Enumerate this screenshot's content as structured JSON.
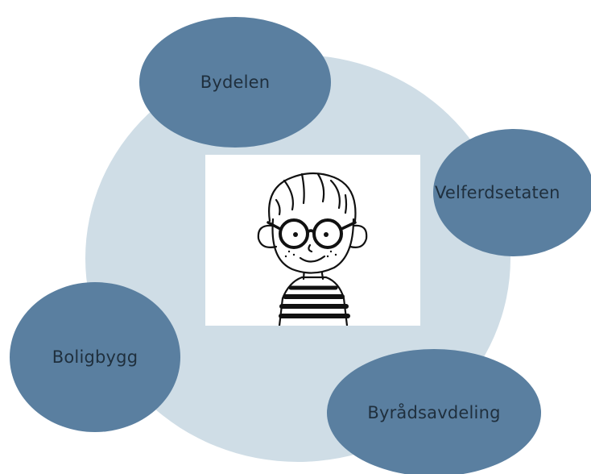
{
  "nodes": {
    "top": "Bydelen",
    "right": "Velferdsetaten",
    "left": "Boligbygg",
    "bottom": "Byrådsavdeling"
  },
  "center_image": {
    "icon": "boy-with-glasses-illustration"
  },
  "colors": {
    "node_fill": "#5a7fa0",
    "background_circle": "#cfdde6",
    "node_text": "#1f2f3d"
  }
}
